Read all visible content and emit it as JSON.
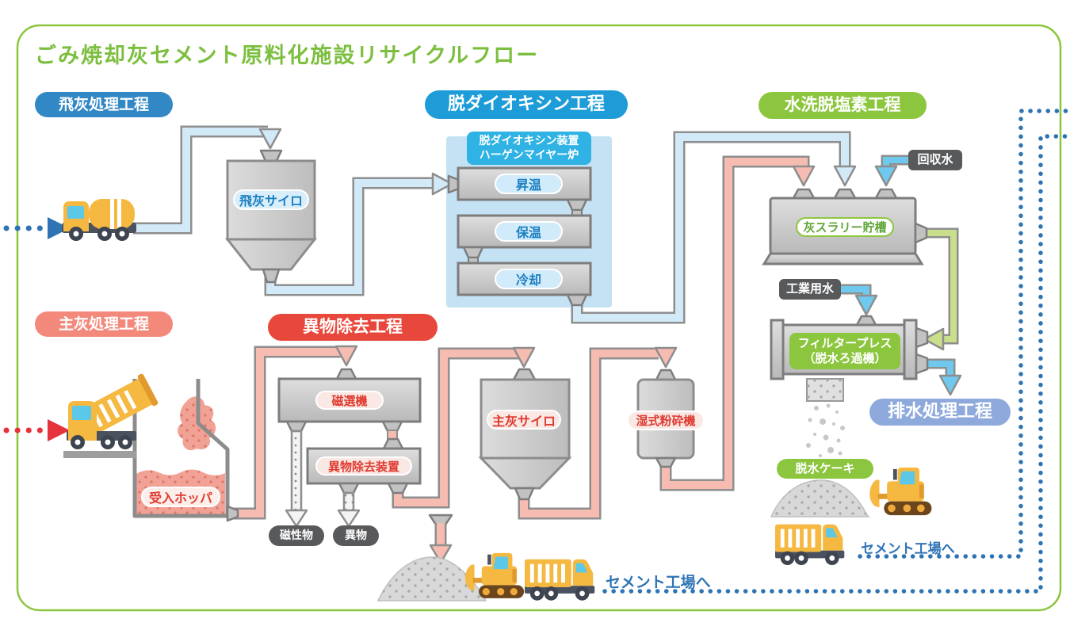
{
  "title": "ごみ焼却灰セメント原料化施設リサイクルフロー",
  "sections": {
    "fly_ash": {
      "label": "飛灰処理工程",
      "color": "#3287C5"
    },
    "dioxin": {
      "label": "脱ダイオキシン工程",
      "color": "#1D9CD8"
    },
    "washing": {
      "label": "水洗脱塩素工程",
      "color": "#8CC63E"
    },
    "main_ash": {
      "label": "主灰処理工程",
      "color": "#F2897B"
    },
    "removal": {
      "label": "異物除去工程",
      "color": "#E8473C"
    },
    "drainage": {
      "label": "排水処理工程",
      "color": "#8EA9DB"
    }
  },
  "equipment": {
    "fly_ash_silo": "飛灰サイロ",
    "dioxin_device_line1": "脱ダイオキシン装置",
    "dioxin_device_line2": "ハーゲンマイヤー炉",
    "stage_heatup": "昇温",
    "stage_hold": "保温",
    "stage_cool": "冷却",
    "slurry_tank": "灰スラリー貯槽",
    "filter_press_line1": "フィルタープレス",
    "filter_press_line2": "（脱水ろ過機）",
    "receiving_hopper": "受入ホッパ",
    "magnetic_separator": "磁選機",
    "foreign_removal_device": "異物除去装置",
    "main_ash_silo": "主灰サイロ",
    "wet_crusher": "湿式粉砕機"
  },
  "flows": {
    "recovered_water": "回収水",
    "industrial_water": "工業用水"
  },
  "byproducts": {
    "magnetic_matter": "磁性物",
    "foreign_matter": "異物",
    "dewatered_cake": "脱水ケーキ"
  },
  "annotations": {
    "to_cement_bottom": "セメント工場へ",
    "to_cement_right": "セメント工場へ"
  },
  "colors": {
    "title_green": "#7CBF3F",
    "border_green": "#8CC63E",
    "dark_badge": "#58595B",
    "pipe_blue": "#D2E9F7",
    "pipe_pink": "#F6BCB1",
    "pipe_green": "#C9DF8B",
    "water_blue": "#6FC9EE",
    "dotted_blue": "#2E74B5",
    "dotted_red": "#E5323B",
    "panel_blue": "#C4E2F4",
    "label_blue_text": "#1A7FC1",
    "label_red_text": "#E0392E",
    "label_green_text": "#5FA637"
  }
}
